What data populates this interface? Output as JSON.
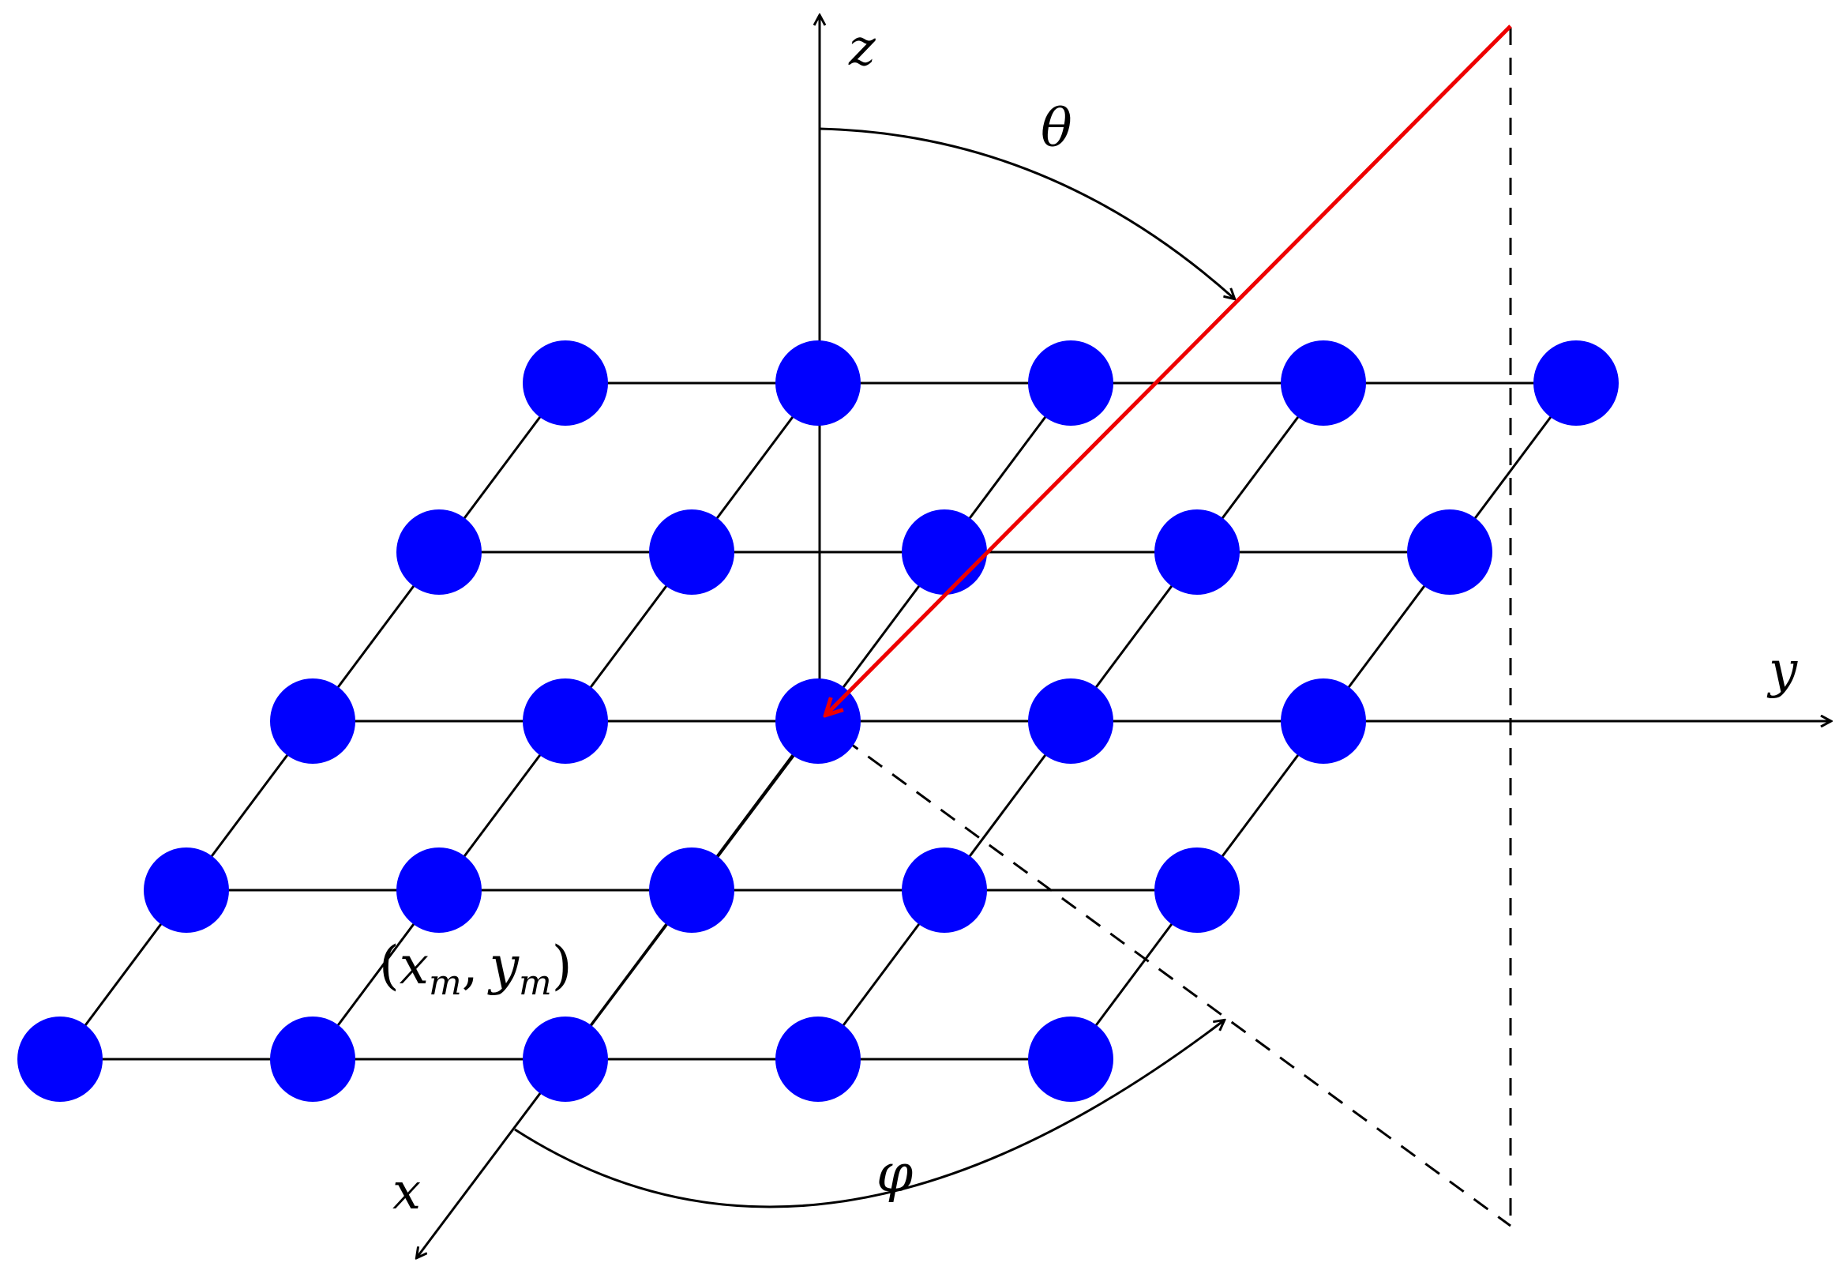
{
  "labels": {
    "z_axis": "z",
    "y_axis": "y",
    "x_axis": "x",
    "theta": "θ",
    "phi": "φ",
    "element": {
      "open": "(",
      "x": "x",
      "x_sub": "m",
      "comma": ",",
      "y": "y",
      "y_sub": "m",
      "close": ")"
    }
  },
  "colors": {
    "node": "#0000ff",
    "incident_wave": "#ee0000",
    "lines": "#000000"
  },
  "grid": {
    "rows": 5,
    "cols": 5
  }
}
